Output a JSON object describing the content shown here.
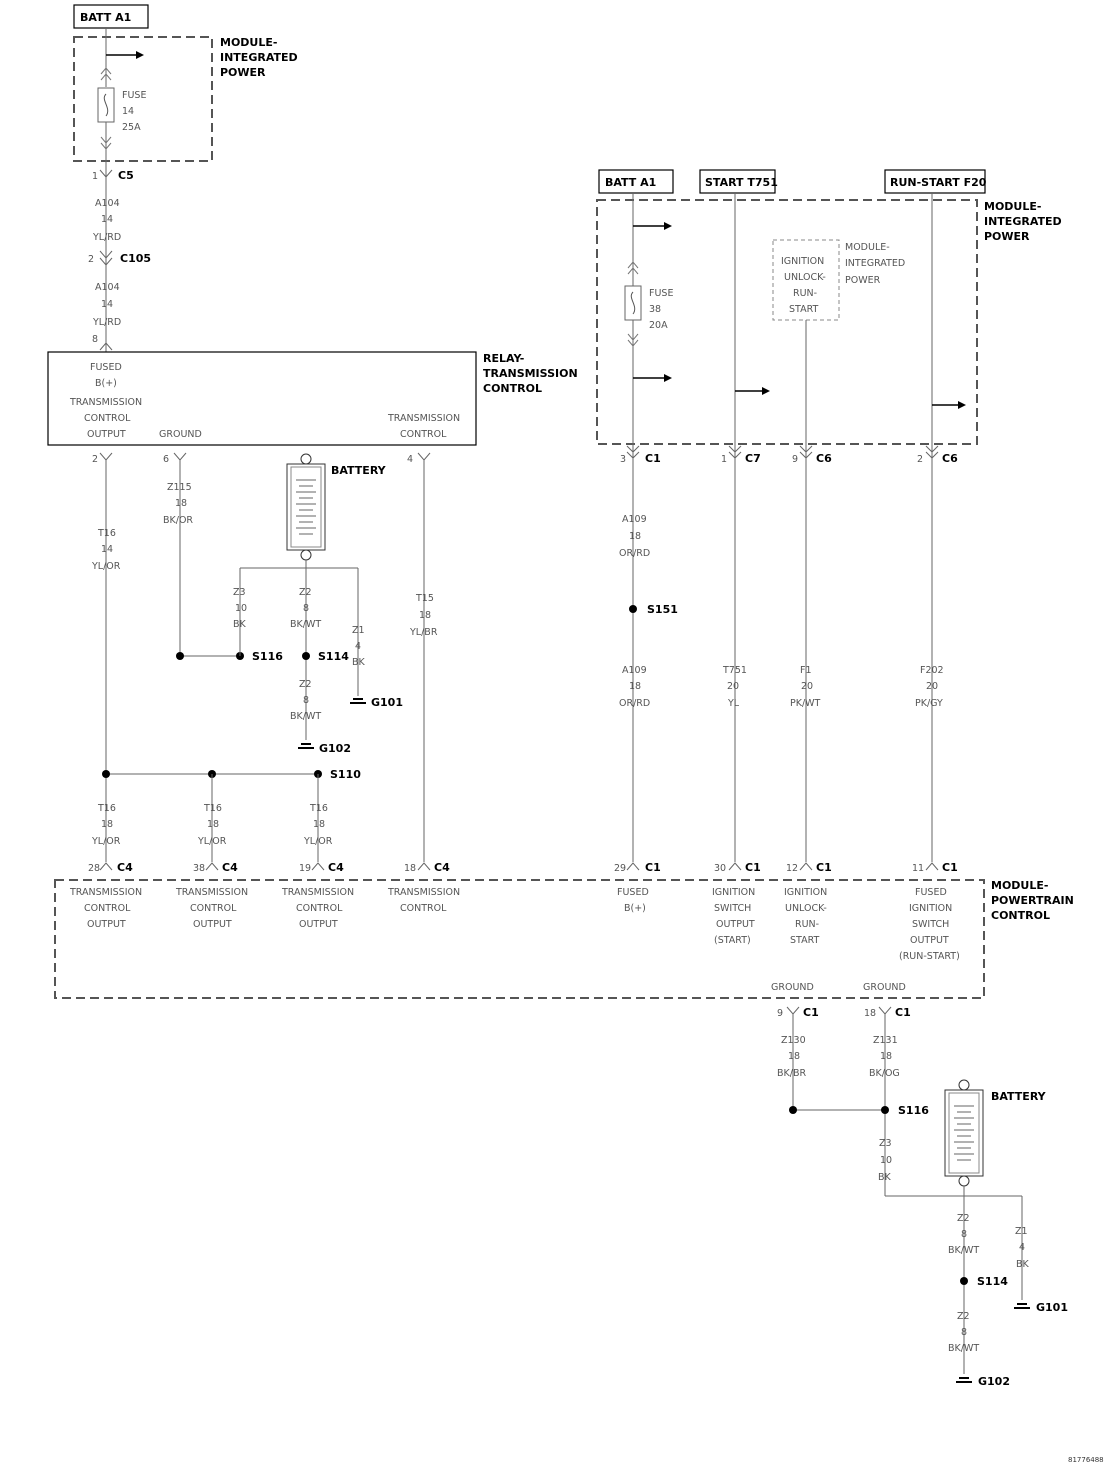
{
  "sources": {
    "batt_a1_left": "BATT A1",
    "batt_a1_right": "BATT A1",
    "start_t751": "START T751",
    "run_start_f20": "RUN-START F20"
  },
  "modules": {
    "mip_left": [
      "MODULE-",
      "INTEGRATED",
      "POWER"
    ],
    "mip_right": [
      "MODULE-",
      "INTEGRATED",
      "POWER"
    ],
    "mip_inner": [
      "MODULE-",
      "INTEGRATED",
      "POWER"
    ],
    "ignition_unlock": [
      "IGNITION",
      "UNLOCK-",
      "RUN-",
      "START"
    ],
    "relay": [
      "RELAY-",
      "TRANSMISSION",
      "CONTROL"
    ],
    "pcm": [
      "MODULE-",
      "POWERTRAIN",
      "CONTROL"
    ]
  },
  "fuses": {
    "left": [
      "FUSE",
      "14",
      "25A"
    ],
    "right": [
      "FUSE",
      "38",
      "20A"
    ]
  },
  "connectors": {
    "c5": {
      "pin": "1",
      "name": "C5"
    },
    "c105": {
      "pin": "2",
      "name": "C105"
    },
    "relay_in": {
      "pin": "8"
    },
    "relay_p2": {
      "pin": "2"
    },
    "relay_p6": {
      "pin": "6"
    },
    "relay_p4": {
      "pin": "4"
    },
    "r_c1_3": {
      "pin": "3",
      "name": "C1"
    },
    "r_c7_1": {
      "pin": "1",
      "name": "C7"
    },
    "r_c6_9": {
      "pin": "9",
      "name": "C6"
    },
    "r_c6_2": {
      "pin": "2",
      "name": "C6"
    },
    "pcm_c4_28": {
      "pin": "28",
      "name": "C4"
    },
    "pcm_c4_38": {
      "pin": "38",
      "name": "C4"
    },
    "pcm_c4_19": {
      "pin": "19",
      "name": "C4"
    },
    "pcm_c4_18": {
      "pin": "18",
      "name": "C4"
    },
    "pcm_c1_29": {
      "pin": "29",
      "name": "C1"
    },
    "pcm_c1_30": {
      "pin": "30",
      "name": "C1"
    },
    "pcm_c1_12": {
      "pin": "12",
      "name": "C1"
    },
    "pcm_c1_11": {
      "pin": "11",
      "name": "C1"
    },
    "pcm_c1_9": {
      "pin": "9",
      "name": "C1"
    },
    "pcm_c1_18": {
      "pin": "18",
      "name": "C1"
    }
  },
  "wires": {
    "a104_top": [
      "A104",
      "14",
      "YL/RD"
    ],
    "a104_bot": [
      "A104",
      "14",
      "YL/RD"
    ],
    "t16_14": [
      "T16",
      "14",
      "YL/OR"
    ],
    "z115": [
      "Z115",
      "18",
      "BK/OR"
    ],
    "z3_left": [
      "Z3",
      "10",
      "BK"
    ],
    "z2_left_top": [
      "Z2",
      "8",
      "BK/WT"
    ],
    "z1_left": [
      "Z1",
      "4",
      "BK"
    ],
    "z2_left_bot": [
      "Z2",
      "8",
      "BK/WT"
    ],
    "t15": [
      "T15",
      "18",
      "YL/BR"
    ],
    "t16_a": [
      "T16",
      "18",
      "YL/OR"
    ],
    "t16_b": [
      "T16",
      "18",
      "YL/OR"
    ],
    "t16_c": [
      "T16",
      "18",
      "YL/OR"
    ],
    "a109_top": [
      "A109",
      "18",
      "OR/RD"
    ],
    "a109_bot": [
      "A109",
      "18",
      "OR/RD"
    ],
    "t751": [
      "T751",
      "20",
      "YL"
    ],
    "f1": [
      "F1",
      "20",
      "PK/WT"
    ],
    "f202": [
      "F202",
      "20",
      "PK/GY"
    ],
    "z130": [
      "Z130",
      "18",
      "BK/BR"
    ],
    "z131": [
      "Z131",
      "18",
      "BK/OG"
    ],
    "z3_right": [
      "Z3",
      "10",
      "BK"
    ],
    "z2_right_top": [
      "Z2",
      "8",
      "BK/WT"
    ],
    "z1_right": [
      "Z1",
      "4",
      "BK"
    ],
    "z2_right_bot": [
      "Z2",
      "8",
      "BK/WT"
    ]
  },
  "relay_pins": {
    "fused": [
      "FUSED",
      "B(+)"
    ],
    "tcm_out": [
      "TRANSMISSION",
      "CONTROL",
      "OUTPUT"
    ],
    "ground": "GROUND",
    "tcm": [
      "TRANSMISSION",
      "CONTROL"
    ]
  },
  "pcm_pins": {
    "p28": [
      "TRANSMISSION",
      "CONTROL",
      "OUTPUT"
    ],
    "p38": [
      "TRANSMISSION",
      "CONTROL",
      "OUTPUT"
    ],
    "p19": [
      "TRANSMISSION",
      "CONTROL",
      "OUTPUT"
    ],
    "p18": [
      "TRANSMISSION",
      "CONTROL"
    ],
    "p29": [
      "FUSED",
      "B(+)"
    ],
    "p30": [
      "IGNITION",
      "SWITCH",
      "OUTPUT",
      "(START)"
    ],
    "p12": [
      "IGNITION",
      "UNLOCK-",
      "RUN-",
      "START"
    ],
    "p11": [
      "FUSED",
      "IGNITION",
      "SWITCH",
      "OUTPUT",
      "(RUN-START)"
    ],
    "g9": "GROUND",
    "g18": "GROUND"
  },
  "splices": {
    "s116_left": "S116",
    "s114_left": "S114",
    "s110": "S110",
    "s151": "S151",
    "s116_right": "S116",
    "s114_right": "S114"
  },
  "grounds": {
    "g101_left": "G101",
    "g102_left": "G102",
    "g101_right": "G101",
    "g102_right": "G102"
  },
  "battery": {
    "left": "BATTERY",
    "right": "BATTERY"
  },
  "figure_id": "81776488"
}
